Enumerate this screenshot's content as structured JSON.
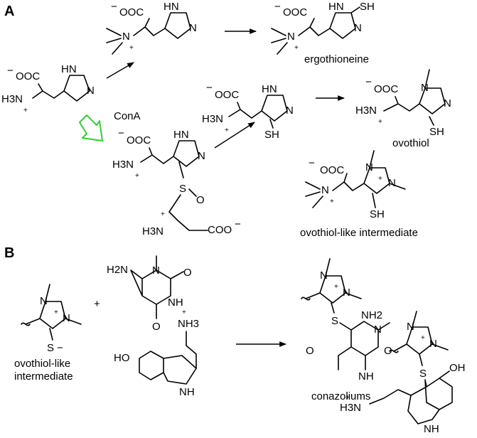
{
  "panels": [
    "A",
    "B"
  ],
  "panel_a": {
    "histidine": {
      "charge": "−",
      "carboxylate": "OOC",
      "ammonium": "H3N",
      "plus": "+",
      "ring_nh": "HN",
      "ring_n": "N"
    },
    "trimethylhistidine": {
      "charge": "−",
      "carboxylate": "OOC",
      "plus": "+",
      "amine_n": "N",
      "ring_nh": "HN",
      "ring_n": "N"
    },
    "ergothioneine": {
      "charge": "−",
      "carboxylate": "OOC",
      "plus": "+",
      "amine_n": "N",
      "ring_nh": "HN",
      "ring_n": "N",
      "thiol": "SH",
      "name": "ergothioneine"
    },
    "enzyme": "ConA",
    "sulfoxide": {
      "charge": "−",
      "carboxylate": "OOC",
      "ammonium": "H3N",
      "plus": "+",
      "ring_nh": "HN",
      "ring_n": "N",
      "sulfur": "S",
      "oxygen": "O",
      "ammonium2": "H3N",
      "carboxylate2": "COO",
      "charge2": "−"
    },
    "thiolhistidine": {
      "charge": "−",
      "carboxylate": "OOC",
      "ammonium": "H3N",
      "plus": "+",
      "ring_nh": "HN",
      "ring_n": "N",
      "thiol": "SH"
    },
    "ovothiol": {
      "charge": "−",
      "carboxylate": "OOC",
      "ammonium": "H3N",
      "plus": "+",
      "ring_n1": "N",
      "ring_n3": "N",
      "thiol": "SH",
      "name": "ovothiol"
    },
    "ovothiol_like": {
      "carboxylate": "OOC",
      "charge": "−",
      "amine_n": "N",
      "plus": "+",
      "ring_n1": "N",
      "ring_plus": "+",
      "ring_n3": "N",
      "thiol": "SH",
      "name": "ovothiol-like intermediate"
    }
  },
  "panel_b": {
    "reactant1": {
      "ring_n1": "N",
      "ring_plus": "+",
      "ring_n3": "N",
      "thiolate": "S",
      "charge": "−",
      "name_line1": "ovothiol-like",
      "name_line2": "intermediate"
    },
    "plus_sign": "+",
    "uracil": {
      "amine": "H2N",
      "n_methyl": "N",
      "o1": "O",
      "nh": "NH",
      "o2": "O"
    },
    "serotonin": {
      "plus": "+",
      "ammonium": "NH3",
      "hydroxy": "HO",
      "indole_nh": "NH"
    },
    "product1": {
      "ring_n1": "N",
      "ring_plus": "+",
      "ring_n3": "N",
      "sulfur": "S",
      "amine": "NH2",
      "n_methyl": "N",
      "o1": "O",
      "nh": "NH",
      "o2": "O"
    },
    "product2": {
      "ring_n1": "N",
      "ring_plus": "+",
      "ring_n3": "N",
      "sulfur": "S",
      "hydroxy": "OH",
      "plus": "+",
      "ammonium": "H3N",
      "indole_nh": "NH"
    },
    "product_name": "conazoliums"
  },
  "colors": {
    "ink": "#000000",
    "enzyme_arrow": "#33cc33",
    "background": "#ffffff"
  }
}
